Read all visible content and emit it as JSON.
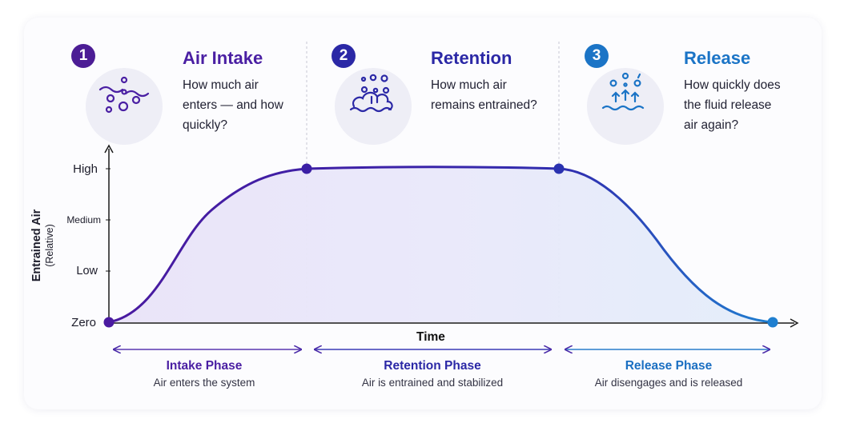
{
  "colors": {
    "intake": "#4a1fa3",
    "retention": "#3124a8",
    "release": "#1b6fc2",
    "badge1": "#4c1d95",
    "badge2": "#2b28a6",
    "badge3": "#1b74c6"
  },
  "phases": [
    {
      "number": "1",
      "title": "Air Intake",
      "icon": "air-bubbles-waves-icon",
      "question_lines": [
        "How much air",
        "enters — and how",
        "quickly?"
      ]
    },
    {
      "number": "2",
      "title": "Retention",
      "icon": "bubbles-in-foam-icon",
      "question_lines": [
        "How much air",
        "remains entrained?"
      ]
    },
    {
      "number": "3",
      "title": "Release",
      "icon": "rising-bubbles-icon",
      "question_lines": [
        "How quickly does",
        "the fluid release",
        "air again?"
      ]
    }
  ],
  "chart": {
    "y_axis_title": "Entrained Air",
    "y_axis_subtitle": "(Relative)",
    "y_levels": [
      "Zero",
      "Low",
      "Medium",
      "High"
    ],
    "x_axis_title": "Time"
  },
  "phase_ranges": [
    {
      "name": "Intake Phase",
      "description": "Air enters the system"
    },
    {
      "name": "Retention Phase",
      "description": "Air is entrained and stabilized"
    },
    {
      "name": "Release Phase",
      "description": "Air disengages and is released"
    }
  ]
}
